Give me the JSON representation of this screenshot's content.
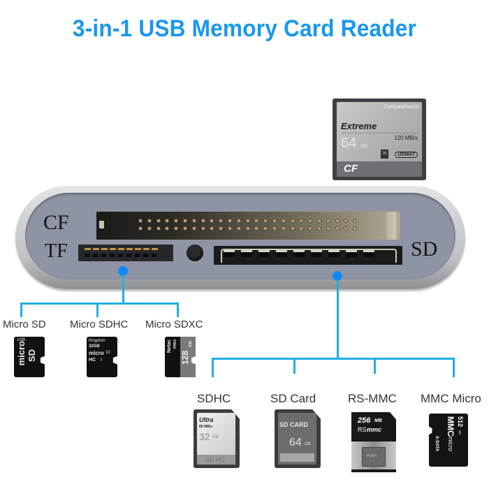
{
  "title": "3-in-1 USB Memory Card Reader",
  "colors": {
    "title": "#1a97ee",
    "connector": "#21aee3",
    "dot": "#1287f3",
    "reader_face": "#8e94a3"
  },
  "cf_card": {
    "brand": "CompactFlash®",
    "model": "Extreme",
    "capacity": "64",
    "capacity_unit": "GB",
    "speed": "120 MB/s",
    "udma": "UDMA7",
    "vpg": "20",
    "type": "CF"
  },
  "reader": {
    "slot_labels": {
      "cf": "CF",
      "tf": "TF",
      "sd": "SD"
    }
  },
  "tf_group": {
    "cards": [
      {
        "label": "Micro SD",
        "card_text": [
          "micro",
          "SD",
          "1GB"
        ]
      },
      {
        "label": "Micro SDHC",
        "card_text": [
          "Kingston",
          "32GB",
          "micro",
          "HC",
          "I",
          "10"
        ]
      },
      {
        "label": "Micro SDXC",
        "card_text": [
          "Netac",
          "PRO",
          "128",
          "GB",
          "U3"
        ]
      }
    ]
  },
  "sd_group": {
    "cards": [
      {
        "label": "SDHC",
        "card_text": [
          "Ultra",
          "80 MB/s",
          "32",
          "GB",
          "SD HC"
        ]
      },
      {
        "label": "SD Card",
        "card_text": [
          "SD CARD",
          "64",
          "GB"
        ]
      },
      {
        "label": "RS-MMC",
        "card_text": [
          "256",
          "MB",
          "RS",
          "mmc",
          "PUSH"
        ]
      },
      {
        "label": "MMC Micro",
        "card_text": [
          "512",
          "MB",
          "MMC",
          "micro",
          "A-DATA"
        ]
      }
    ]
  }
}
